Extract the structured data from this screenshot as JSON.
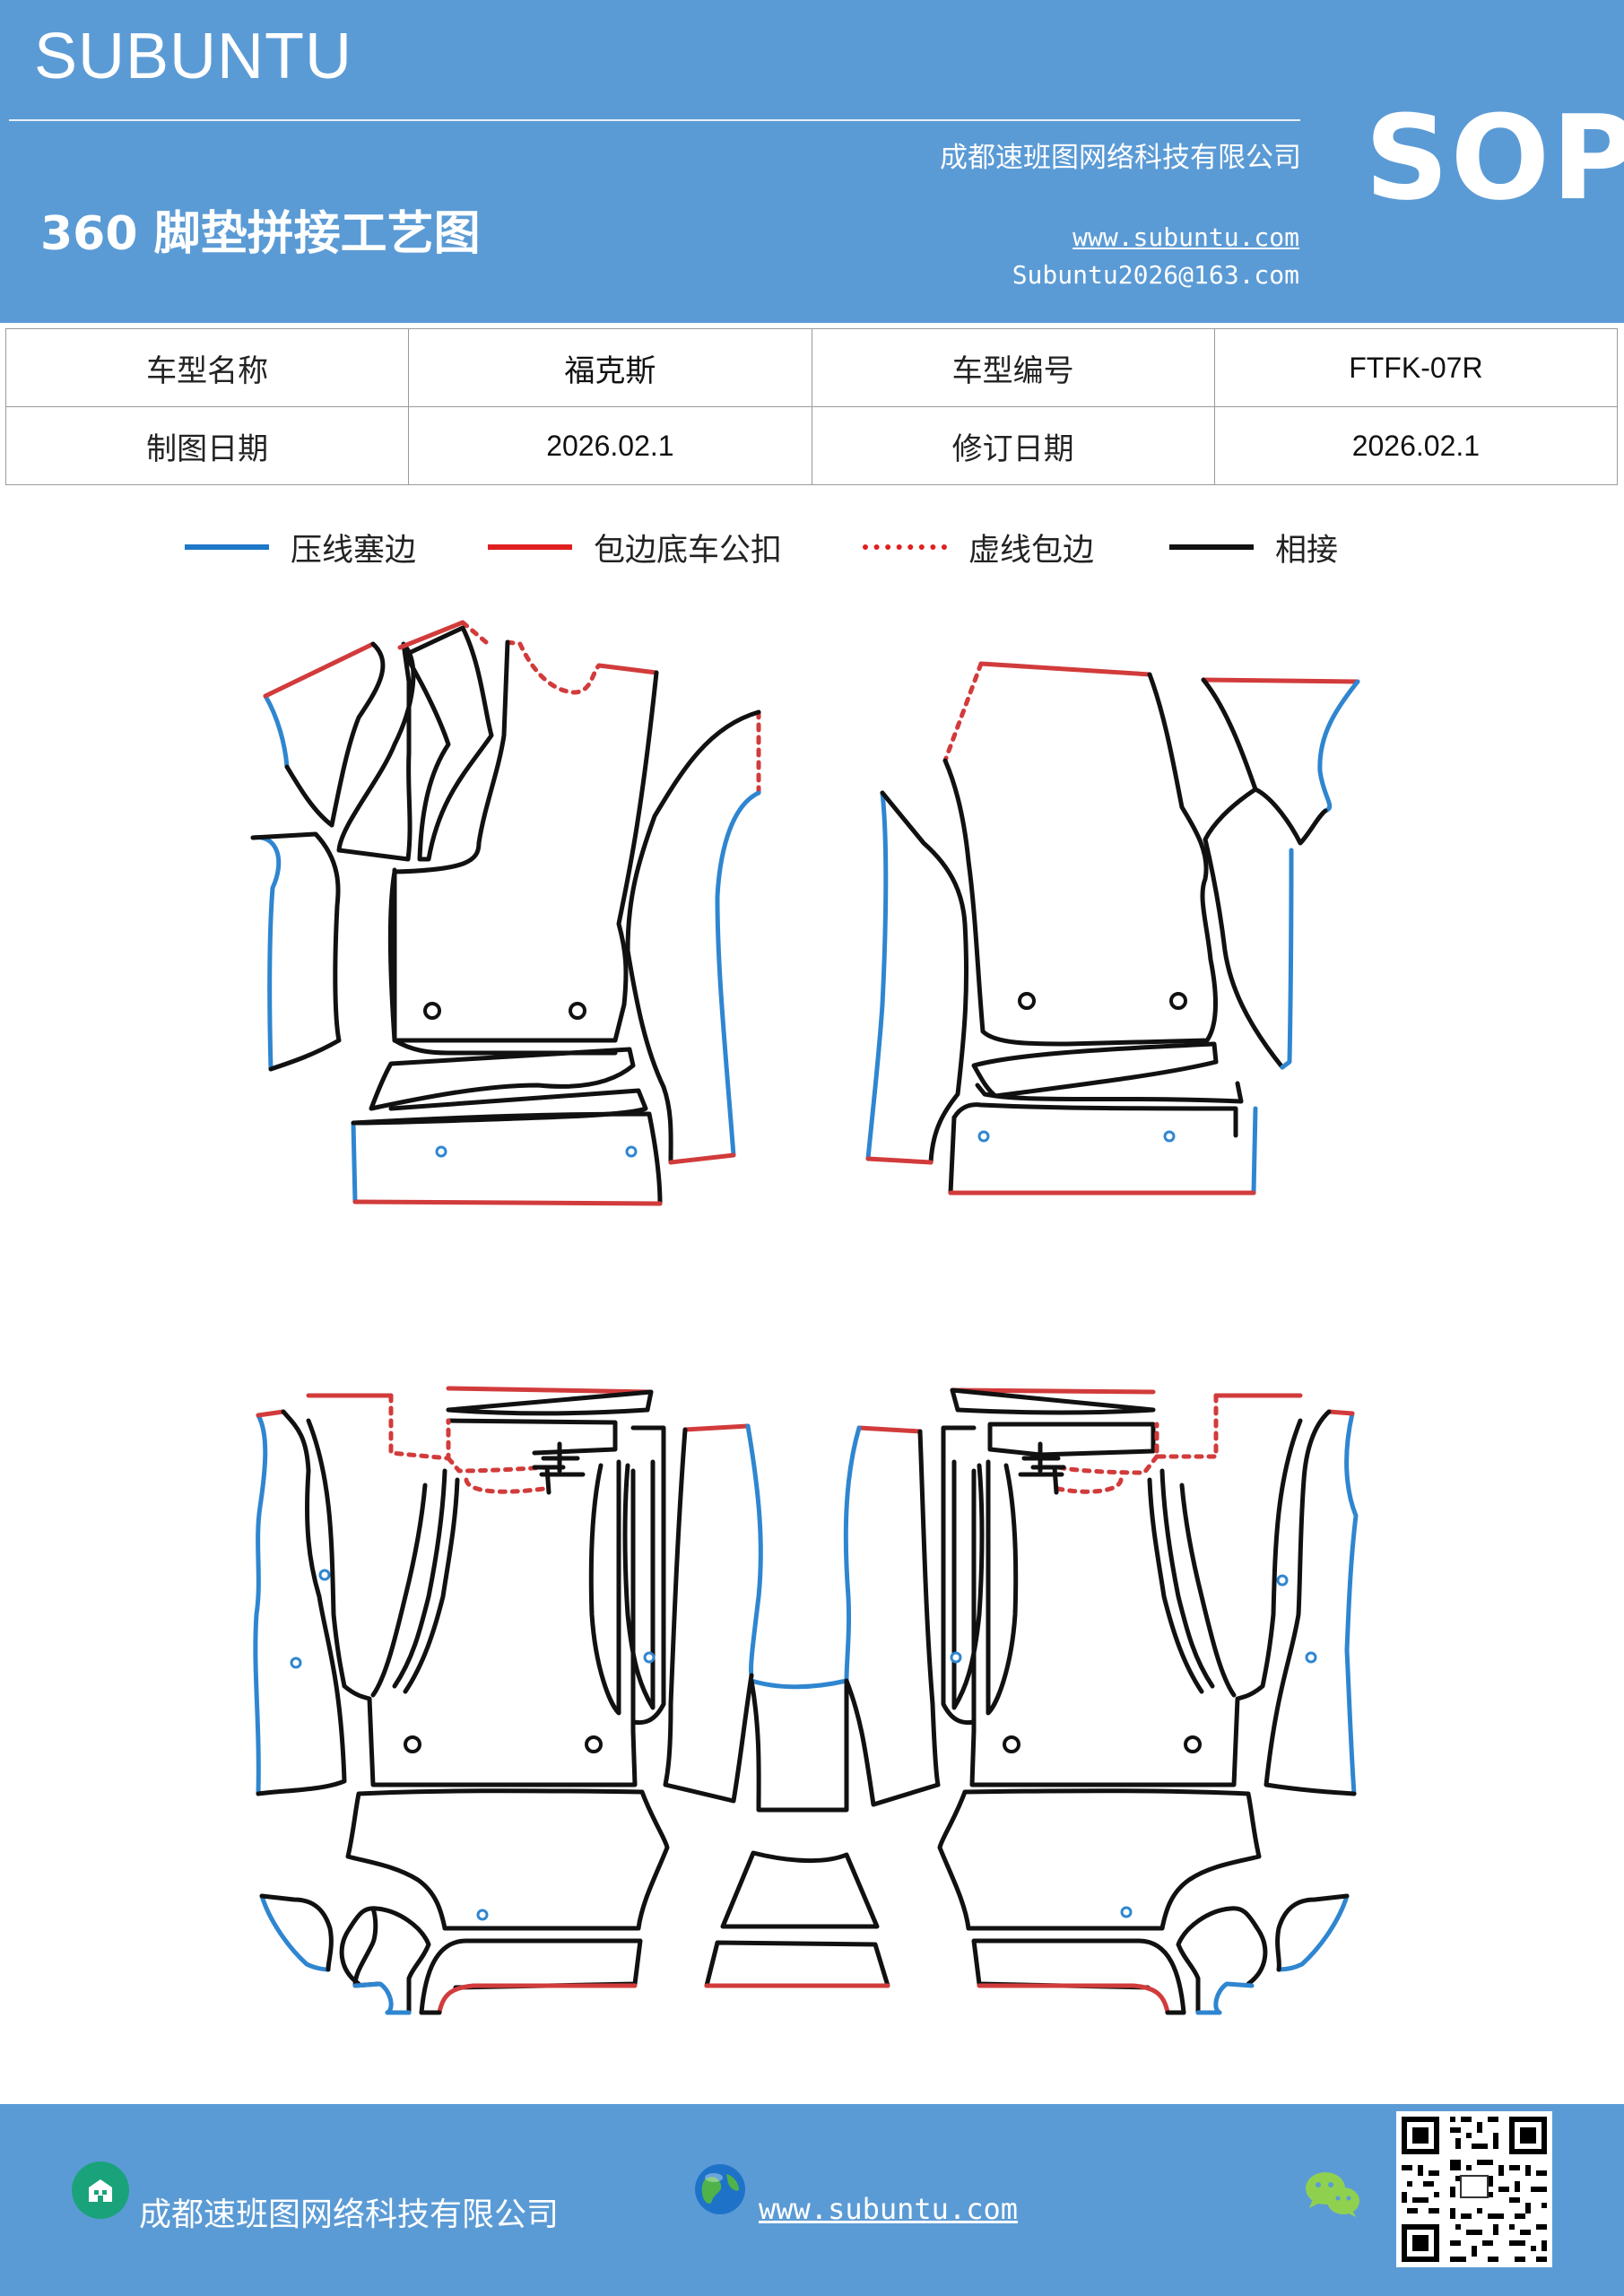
{
  "header": {
    "brand": "SUBUNTU",
    "company": "成都速班图网络科技有限公司",
    "title": "360 脚垫拼接工艺图",
    "website": "www.subuntu.com",
    "email": "Subuntu2026@163.com",
    "badge": "SOP"
  },
  "info": {
    "model_name_label": "车型名称",
    "model_name": "福克斯",
    "model_no_label": "车型编号",
    "model_no": "FTFK-07R",
    "draw_date_label": "制图日期",
    "draw_date": "2026.02.1",
    "revise_date_label": "修订日期",
    "revise_date": "2026.02.1"
  },
  "legend": [
    {
      "label": "压线塞边",
      "color": "#1f78c8",
      "style": "solid"
    },
    {
      "label": "包边底车公扣",
      "color": "#e02020",
      "style": "solid"
    },
    {
      "label": "虚线包边",
      "color": "#e02020",
      "style": "dotted"
    },
    {
      "label": "相接",
      "color": "#111111",
      "style": "solid"
    }
  ],
  "diagram": {
    "colors": {
      "blue": "#2f86d0",
      "red": "#d23b3b",
      "black": "#111111"
    }
  },
  "footer": {
    "company": "成都速班图网络科技有限公司",
    "website": "www.subuntu.com",
    "icons": [
      "building-icon",
      "globe-icon",
      "wechat-icon",
      "qr-code"
    ]
  }
}
